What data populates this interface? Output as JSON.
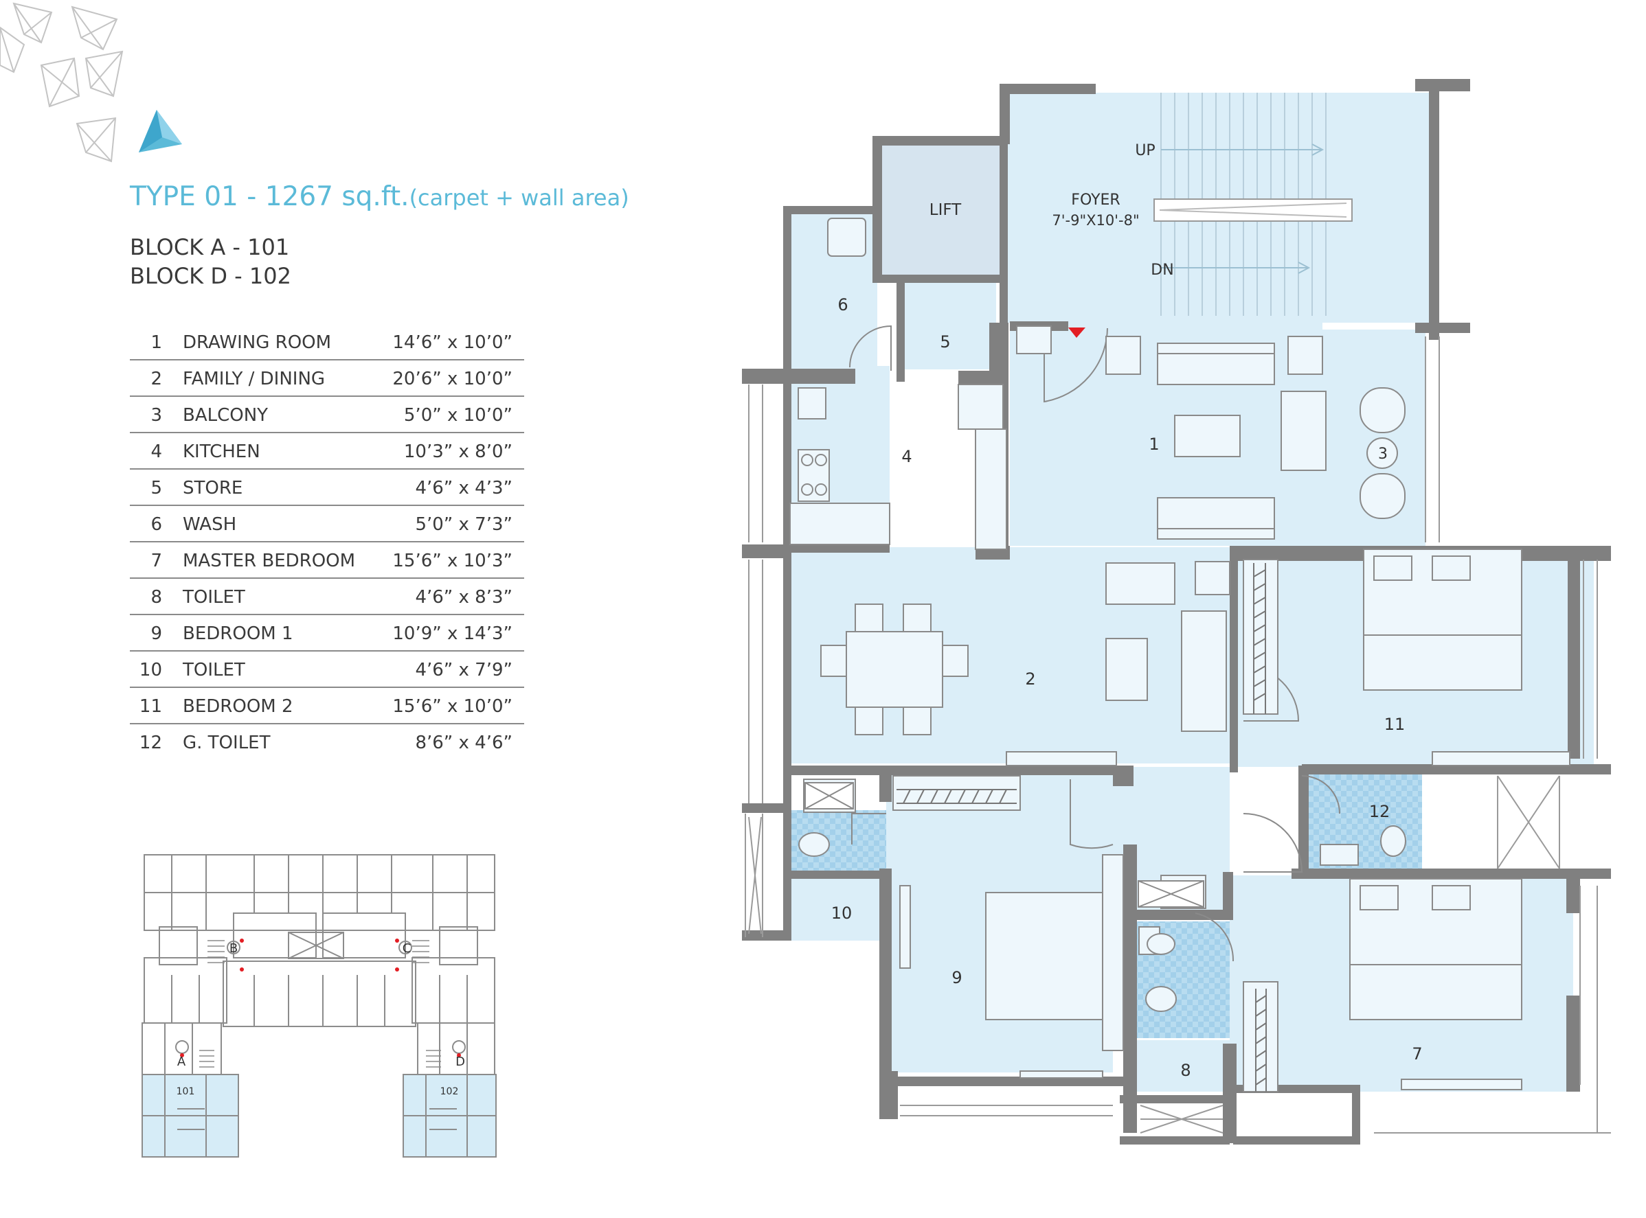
{
  "header": {
    "title_main": "TYPE 01 - 1267 sq.ft.",
    "title_sub": "(carpet + wall area)",
    "blocks": [
      "BLOCK A - 101",
      "BLOCK D - 102"
    ]
  },
  "rooms": [
    {
      "no": "1",
      "name": "DRAWING ROOM",
      "size": "14’6” x 10’0”"
    },
    {
      "no": "2",
      "name": "FAMILY / DINING",
      "size": "20’6” x 10’0”"
    },
    {
      "no": "3",
      "name": "BALCONY",
      "size": "5’0” x 10’0”"
    },
    {
      "no": "4",
      "name": "KITCHEN",
      "size": "10’3” x 8’0”"
    },
    {
      "no": "5",
      "name": "STORE",
      "size": "4’6” x 4’3”"
    },
    {
      "no": "6",
      "name": "WASH",
      "size": "5’0” x 7’3”"
    },
    {
      "no": "7",
      "name": "MASTER BEDROOM",
      "size": "15’6” x 10’3”"
    },
    {
      "no": "8",
      "name": "TOILET",
      "size": "4’6” x 8’3”"
    },
    {
      "no": "9",
      "name": "BEDROOM 1",
      "size": "10’9” x 14’3”"
    },
    {
      "no": "10",
      "name": "TOILET",
      "size": "4’6” x 7’9”"
    },
    {
      "no": "11",
      "name": "BEDROOM 2",
      "size": "15’6” x 10’0”"
    },
    {
      "no": "12",
      "name": "G. TOILET",
      "size": "8’6” x 4’6”"
    }
  ],
  "key_plan": {
    "blocks": [
      "A",
      "B",
      "C",
      "D"
    ],
    "units": [
      "101",
      "102"
    ]
  },
  "plan_labels": {
    "lift": "LIFT",
    "foyer": "FOYER",
    "foyer_size": "7'-9\"X10'-8\"",
    "up": "UP",
    "dn": "DN",
    "room_numbers": [
      "1",
      "2",
      "3",
      "4",
      "5",
      "6",
      "7",
      "8",
      "9",
      "10",
      "11",
      "12"
    ]
  },
  "colors": {
    "accent": "#5bbad8",
    "room_fill": "#dbeef8",
    "toilet_fill": "#b8dcf0",
    "wall": "#808080",
    "lift_fill": "#d6e4ef",
    "entry_marker": "#e31e24"
  },
  "icons": [
    "diamond-outline-icon",
    "diamond-logo-icon"
  ]
}
